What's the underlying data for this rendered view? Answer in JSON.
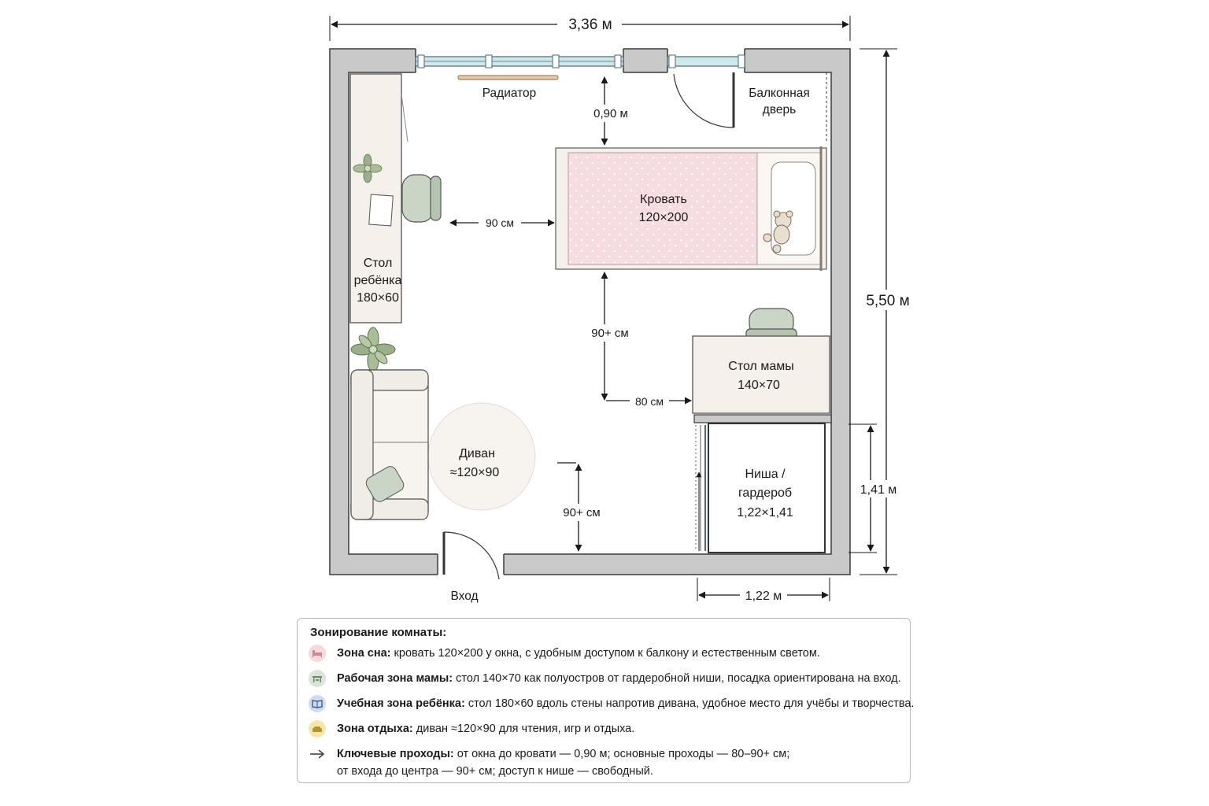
{
  "dimensions": {
    "width_total": "3,36 м",
    "height_total": "5,50 м",
    "niche_height": "1,41 м",
    "niche_width": "1,22 м",
    "window_to_bed": "0,90 м",
    "desk_to_bed": "90 см",
    "bed_to_desk": "90+ см",
    "passage_80": "80 см",
    "entrance_to_center": "90+ см"
  },
  "labels": {
    "radiator": "Радиатор",
    "balcony_door_line1": "Балконная",
    "balcony_door_line2": "дверь",
    "bed_title": "Кровать",
    "bed_size": "120×200",
    "kid_desk_line1": "Стол",
    "kid_desk_line2": "ребёнка",
    "kid_desk_size": "180×60",
    "mom_desk_title": "Стол мамы",
    "mom_desk_size": "140×70",
    "sofa_title": "Диван",
    "sofa_size": "≈120×90",
    "niche_line1": "Ниша /",
    "niche_line2": "гардероб",
    "niche_size": "1,22×1,41",
    "entrance": "Вход"
  },
  "legend": {
    "title": "Зонирование комнаты:",
    "items": [
      {
        "icon": "bed-icon",
        "color": "#f6d9dc",
        "label": "Зона сна:",
        "text": " кровать 120×200 у окна, с удобным доступом к балкону и естественным светом."
      },
      {
        "icon": "desk-icon",
        "color": "#d9e6d7",
        "label": "Рабочая зона мамы:",
        "text": " стол 140×70 как полуостров от гардеробной ниши, посадка ориентирована на вход."
      },
      {
        "icon": "book-icon",
        "color": "#cfdcf0",
        "label": "Учебная зона ребёнка:",
        "text": " стол 180×60 вдоль стены напротив дивана, удобное место для учёбы и творчества."
      },
      {
        "icon": "sofa-icon",
        "color": "#f6e7a8",
        "label": "Зона отдыха:",
        "text": " диван ≈120×90 для чтения, игр и отдыха."
      }
    ],
    "passages": {
      "icon": "arrow-right-icon",
      "label": "Ключевые проходы:",
      "line1": " от окна до кровати — 0,90 м; основные проходы — 80–90+ см;",
      "line2": "от входа до центра — 90+ см; доступ к нише — свободный."
    }
  },
  "colors": {
    "wall": "#c9c9c9",
    "bed_fill": "#f7dde1",
    "desk_fill": "#f5f0ea",
    "chair_fill": "#c9d6c6",
    "window_glass": "#cfe8ee"
  }
}
